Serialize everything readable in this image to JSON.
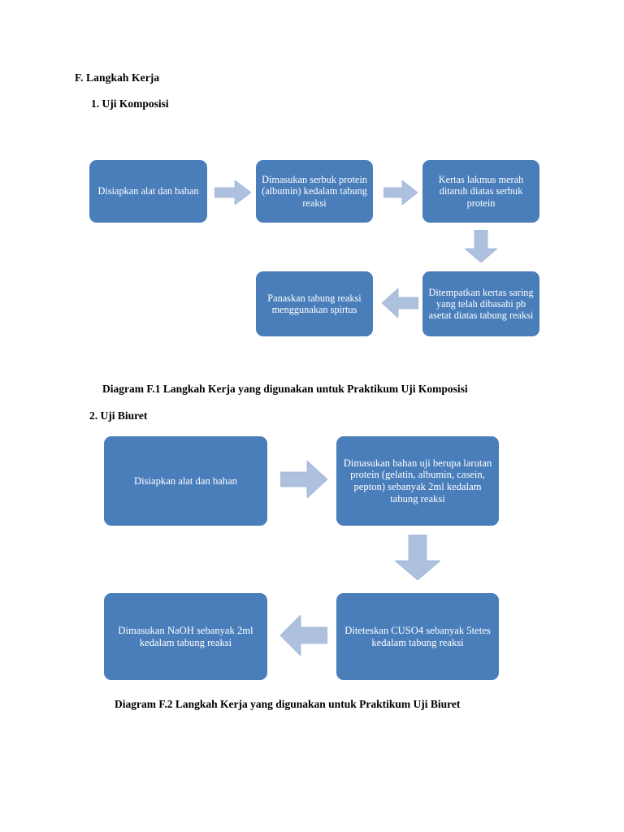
{
  "document": {
    "section_heading": "F. Langkah Kerja",
    "subsections": [
      {
        "label": "1.  Uji Komposisi"
      },
      {
        "label": "2. Uji Biuret"
      }
    ],
    "captions": [
      "Diagram F.1 Langkah Kerja yang digunakan untuk Praktikum Uji Komposisi",
      "Diagram F.2 Langkah Kerja yang digunakan untuk Praktikum Uji Biuret"
    ]
  },
  "colors": {
    "box_fill": "#4a7ebb",
    "box_text": "#ffffff",
    "arrow_fill": "#adc0dd",
    "arrow_stroke": "#9fb4d6",
    "page_background": "#ffffff",
    "text": "#000000"
  },
  "diagram_1": {
    "title": "Uji Komposisi",
    "steps": [
      {
        "id": "d1-box-1",
        "text": "Disiapkan alat dan bahan"
      },
      {
        "id": "d1-box-2",
        "text": "Dimasukan serbuk protein (albumin) kedalam tabung reaksi"
      },
      {
        "id": "d1-box-3",
        "text": "Kertas lakmus merah ditaruh diatas serbuk protein"
      },
      {
        "id": "d1-box-4",
        "text": "Ditempatkan kertas saring yang telah dibasahi pb asetat diatas tabung reaksi"
      },
      {
        "id": "d1-box-5",
        "text": "Panaskan tabung reaksi menggunakan spirtus"
      }
    ],
    "arrows": [
      {
        "id": "d1-arrow-1",
        "direction": "right"
      },
      {
        "id": "d1-arrow-2",
        "direction": "right"
      },
      {
        "id": "d1-arrow-3",
        "direction": "down"
      },
      {
        "id": "d1-arrow-4",
        "direction": "left"
      }
    ]
  },
  "diagram_2": {
    "title": "Uji Biuret",
    "steps": [
      {
        "id": "d2-box-1",
        "text": "Disiapkan alat dan bahan"
      },
      {
        "id": "d2-box-2",
        "text": "Dimasukan bahan uji berupa larutan protein (gelatin, albumin, casein, pepton) sebanyak 2ml kedalam tabung reaksi"
      },
      {
        "id": "d2-box-3",
        "text": "Diteteskan CUSO4 sebanyak 5tetes kedalam tabung reaksi"
      },
      {
        "id": "d2-box-4",
        "text": "Dimasukan NaOH sebanyak 2ml kedalam tabung reaksi"
      }
    ],
    "arrows": [
      {
        "id": "d2-arrow-1",
        "direction": "right"
      },
      {
        "id": "d2-arrow-2",
        "direction": "down"
      },
      {
        "id": "d2-arrow-3",
        "direction": "left"
      }
    ]
  }
}
